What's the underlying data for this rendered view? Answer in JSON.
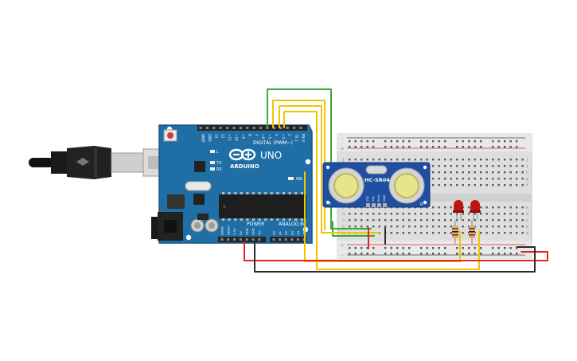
{
  "board": {
    "brand": "ARDUINO",
    "model": "UNO",
    "digital_label": "DIGITAL (PWM~)",
    "power_label": "POWER",
    "analog_label": "ANALOG IN",
    "led_l": "L",
    "led_tx": "TX",
    "led_rx": "RX",
    "on_label": "ON",
    "digital_pins": [
      "AREF",
      "GND",
      "13",
      "12",
      "~11",
      "~10",
      "~9",
      "8",
      "7",
      "~6",
      "~5",
      "4",
      "~3",
      "2",
      "TX 1",
      "RX 0"
    ],
    "power_pins": [
      "IOREF",
      "RESET",
      "3.3V",
      "5V",
      "GND",
      "GND",
      "Vin"
    ],
    "analog_pins": [
      "A0",
      "A1",
      "A2",
      "A3",
      "A4",
      "A5"
    ]
  },
  "sensor": {
    "label": "HC-SR04",
    "left_letter": "T",
    "right_letter": "R",
    "pins": [
      "VCC",
      "Trig",
      "Echo",
      "GND"
    ]
  },
  "breadboard": {
    "rail_minus": "-",
    "rail_plus": "+",
    "row_letters_top": [
      "j",
      "i",
      "h",
      "g",
      "f"
    ],
    "row_letters_bottom": [
      "e",
      "d",
      "c",
      "b",
      "a"
    ]
  },
  "colors": {
    "board": "#1f6fa6",
    "wire_red": "#e22323",
    "wire_black": "#2b2b2b",
    "wire_yellow": "#f2c500",
    "wire_green": "#3aa935",
    "led": "#c01515"
  }
}
